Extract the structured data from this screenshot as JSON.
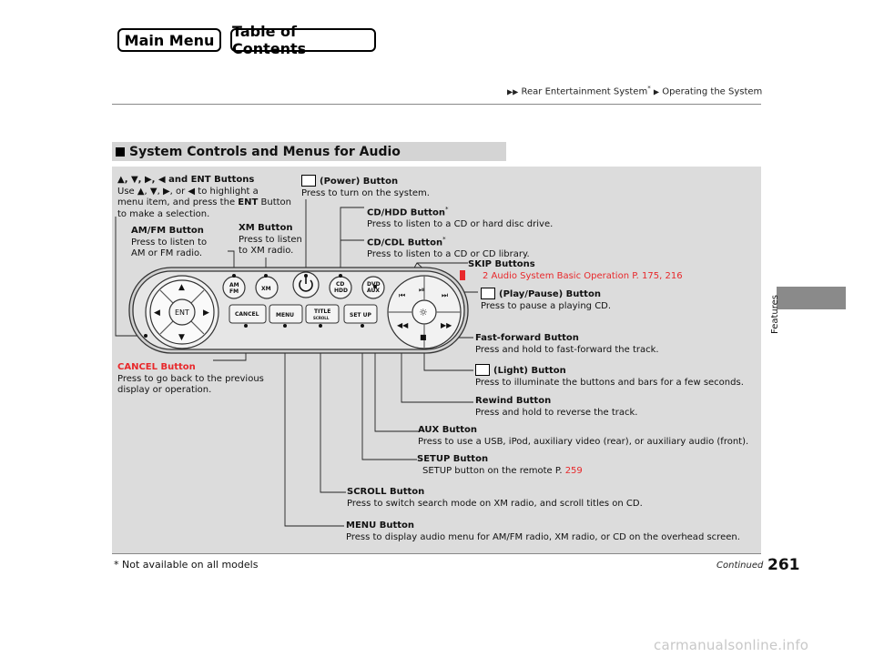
{
  "nav": {
    "main_menu": "Main Menu",
    "toc": "Table of Contents"
  },
  "breadcrumb": {
    "part1": "Rear Entertainment System",
    "star": "*",
    "part2": "Operating the System"
  },
  "side_tab": {
    "label": "Features"
  },
  "section": {
    "title": "System Controls and Menus for Audio"
  },
  "labels": {
    "arrows_title": "▲, ▼, ▶, ◀ and ENT Buttons",
    "arrows_desc1": "Use ▲, ▼, ▶, or ◀ to highlight a",
    "arrows_desc2_pre": "menu item, and press the ",
    "arrows_desc2_ent": "ENT",
    "arrows_desc2_post": " Button",
    "arrows_desc3": "to make a selection.",
    "amfm_title": "AM/FM Button",
    "amfm_desc1": "Press to listen to",
    "amfm_desc2": "AM or FM radio.",
    "xm_title": "XM Button",
    "xm_desc1": "Press to listen",
    "xm_desc2": "to XM radio.",
    "power_title": "(Power) Button",
    "power_desc": "Press to turn on the system.",
    "cdhdd_title": "CD/HDD Button",
    "cdhdd_desc": "Press to listen to a CD or hard disc drive.",
    "cdcdl_title": "CD/CDL Button",
    "cdcdl_desc": "Press to listen to a CD or CD library.",
    "skip_title": "SKIP Buttons",
    "skip_ref": "2 Audio System Basic Operation P. 175, 216",
    "play_title": "(Play/Pause) Button",
    "play_desc": "Press to pause a playing CD.",
    "ff_title": "Fast-forward Button",
    "ff_desc": "Press and hold to fast-forward the track.",
    "light_title": "(Light) Button",
    "light_desc": "Press to illuminate the buttons and bars for a few seconds.",
    "rew_title": "Rewind Button",
    "rew_desc": "Press and hold to reverse the track.",
    "aux_title": "AUX Button",
    "aux_desc": "Press to use a USB, iPod, auxiliary video (rear), or auxiliary audio (front).",
    "setup_title": "SETUP Button",
    "setup_ref_pre": "SETUP button on the remote P. ",
    "setup_ref_page": "259",
    "scroll_title": "SCROLL Button",
    "scroll_desc": "Press to switch search mode on XM radio, and scroll titles on CD.",
    "menu_title": "MENU Button",
    "menu_desc": "Press to display audio menu for AM/FM radio, XM radio, or CD on the overhead screen.",
    "cancel_title": "CANCEL Button",
    "cancel_desc1": "Press to go back to the previous",
    "cancel_desc2": "display or operation.",
    "star": "*"
  },
  "device": {
    "ent": "ENT",
    "am": "AM",
    "fm": "FM",
    "xm": "XM",
    "cd": "CD",
    "hdd": "HDD",
    "dvd": "DVD",
    "aux": "AUX",
    "cancel": "CANCEL",
    "menu": "MENU",
    "title": "TITLE",
    "scroll": "SCROLL",
    "setup": "SET UP"
  },
  "footer": {
    "footnote": "* Not available on all models",
    "continued": "Continued",
    "page_number": "261",
    "watermark": "carmanualsonline.info"
  },
  "colors": {
    "accent_red": "#e8282b",
    "panel_gray": "#dcdcdc",
    "section_gray": "#d4d4d4",
    "tab_gray": "#8a8a8a"
  }
}
